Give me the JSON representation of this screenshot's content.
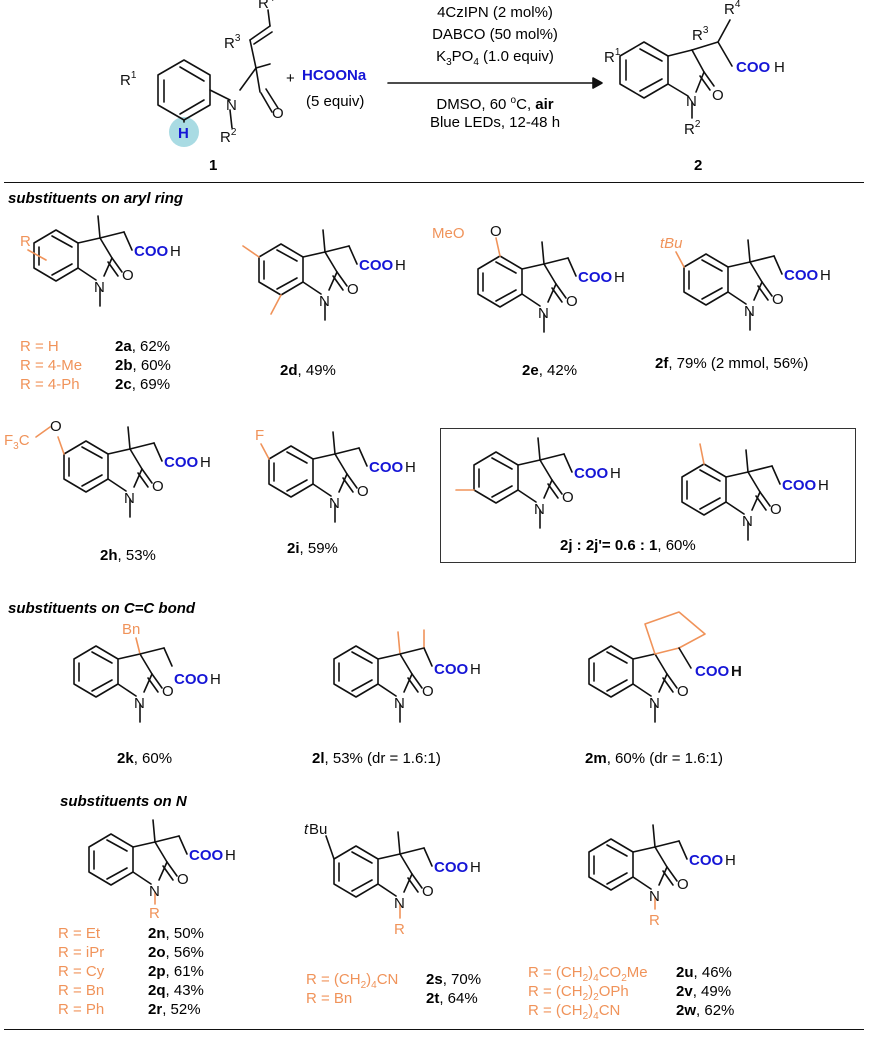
{
  "scheme": {
    "reactant1_label": "1",
    "product_label": "2",
    "reagent_formula": "HCOONa",
    "reagent_equiv": "(5 equiv)",
    "plus": "+",
    "conditions": {
      "line1": "4CzIPN (2 mol%)",
      "line2": "DABCO (50 mol%)",
      "line3": "K3PO4 (1.0 equiv)",
      "line4": "DMSO, 60 °C, air",
      "line5": "Blue LEDs, 12-48 h"
    }
  },
  "sections": {
    "aryl": "substituents on aryl ring",
    "alkene": "substituents on C=C bond",
    "nitrogen": "substituents on N"
  },
  "common": {
    "acid": "COOH",
    "n": "N",
    "o": "O"
  },
  "products": {
    "p2abc": [
      {
        "r": "R = H",
        "id": "2a",
        "yield": ", 62%"
      },
      {
        "r": "R = 4-Me",
        "id": "2b",
        "yield": ", 60%"
      },
      {
        "r": "R = 4-Ph",
        "id": "2c",
        "yield": ", 69%"
      }
    ],
    "p2d": {
      "id": "2d",
      "yield": ", 49%"
    },
    "p2e": {
      "id": "2e",
      "yield": ", 42%",
      "sub": "MeO"
    },
    "p2f": {
      "id": "2f",
      "yield": ", 79% (2 mmol, 56%)",
      "sub": "tBu"
    },
    "p2h": {
      "id": "2h",
      "yield": ", 53%"
    },
    "p2i": {
      "id": "2i",
      "yield": ", 59%",
      "sub": "F"
    },
    "p2j": {
      "label": "2j : 2j'= 0.6 : 1",
      "yield": ", 60%"
    },
    "p2k": {
      "id": "2k",
      "yield": ", 60%",
      "sub": "Bn"
    },
    "p2l": {
      "id": "2l",
      "yield": ", 53% (dr = 1.6:1)"
    },
    "p2m": {
      "id": "2m",
      "yield": ", 60% (dr = 1.6:1)"
    },
    "p2n_r": [
      {
        "r": "R = Et",
        "id": "2n",
        "yield": ", 50%"
      },
      {
        "r": "R = iPr",
        "id": "2o",
        "yield": ", 56%"
      },
      {
        "r": "R = Cy",
        "id": "2p",
        "yield": ", 61%"
      },
      {
        "r": "R = Bn",
        "id": "2q",
        "yield": ", 43%"
      },
      {
        "r": "R = Ph",
        "id": "2r",
        "yield": ", 52%"
      }
    ],
    "p2s_t": [
      {
        "r": "R = (CH2)4CN",
        "id": "2s",
        "yield": ", 70%"
      },
      {
        "r": "R = Bn",
        "id": "2t",
        "yield": ", 64%"
      }
    ],
    "p2u_w": [
      {
        "r": "R = (CH2)4CO2Me",
        "id": "2u",
        "yield": ", 46%"
      },
      {
        "r": "R = (CH2)2OPh",
        "id": "2v",
        "yield": ", 49%"
      },
      {
        "r": "R = (CH2)4CN",
        "id": "2w",
        "yield": ", 62%"
      }
    ]
  },
  "colors": {
    "accent_orange": "#f0935a",
    "accent_blue": "#1515d6",
    "highlight_cyan": "#a9dbe3"
  }
}
